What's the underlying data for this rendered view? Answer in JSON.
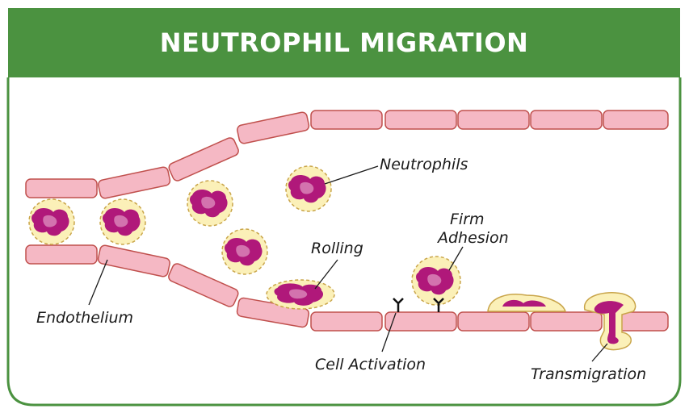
{
  "title": "NEUTROPHIL MIGRATION",
  "labels": {
    "neutrophils": "Neutrophils",
    "firm_adhesion_line1": "Firm",
    "firm_adhesion_line2": "Adhesion",
    "rolling": "Rolling",
    "endothelium": "Endothelium",
    "cell_activation": "Cell Activation",
    "transmigration": "Transmigration"
  },
  "colors": {
    "title_bar": "#4b9240",
    "frame_border": "#4b9240",
    "endothelial_cell_fill": "#f5b8c4",
    "endothelial_cell_stroke": "#c0504d",
    "neutrophil_body": "#fbf0b8",
    "neutrophil_outline": "#c9a54a",
    "nucleus": "#b0187a",
    "receptor": "#111111"
  }
}
